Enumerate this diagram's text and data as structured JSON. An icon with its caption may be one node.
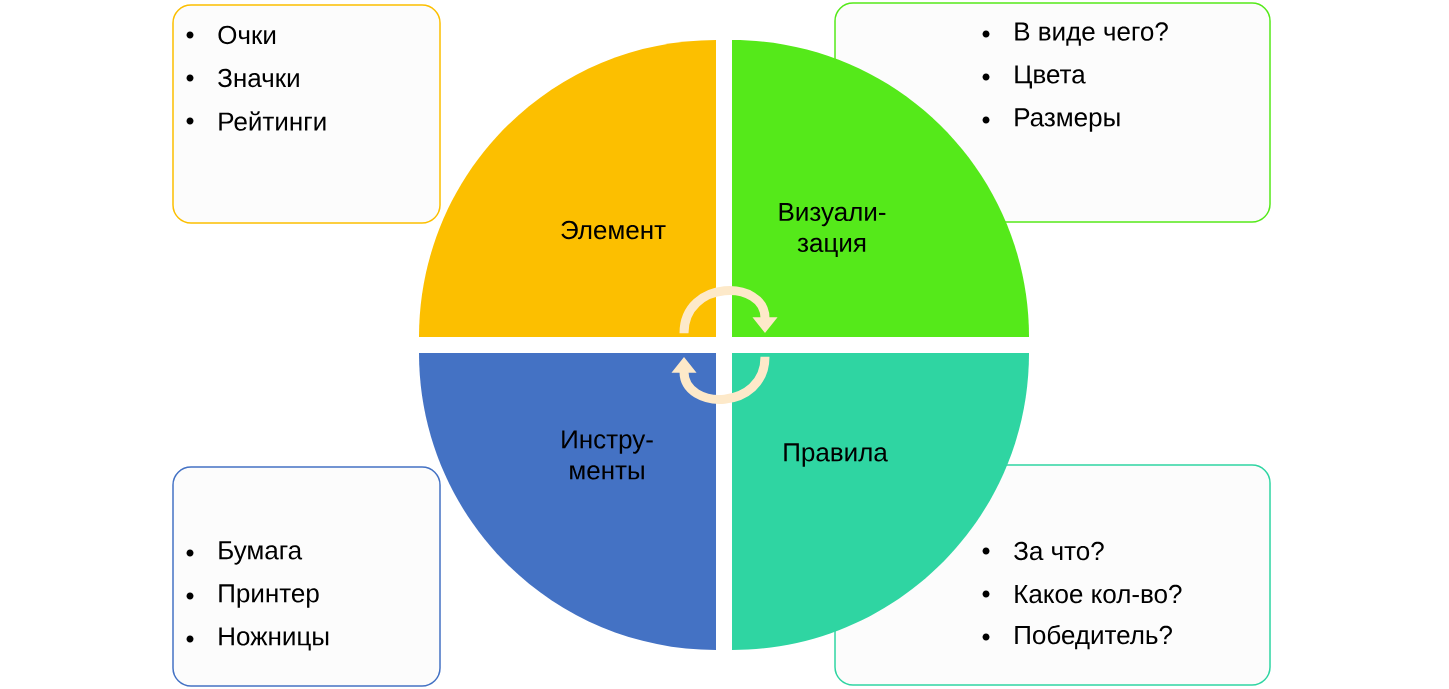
{
  "diagram": {
    "nodes": [
      {
        "text": [
          "Элемент"
        ]
      },
      {
        "text": [
          "Визуали- зация"
        ]
      },
      {
        "text": [
          "Инстру- менты"
        ]
      },
      {
        "text": [
          "Правила"
        ]
      },
      {
        "text": [
          "Очки",
          "Значки",
          "Рейтинги"
        ]
      },
      {
        "text": [
          "В виде чего?",
          "Цвета",
          "Размеры"
        ]
      },
      {
        "text": [
          "Бумага",
          "Принтер",
          "Ножницы"
        ]
      },
      {
        "text": [
          "За что?",
          "Какое кол-во?",
          "Победитель?"
        ]
      }
    ],
    "edges": [
      {
        "from": 0,
        "to": 1,
        "arrow": "to"
      },
      {
        "from": 3,
        "to": 2,
        "arrow": "to"
      }
    ]
  }
}
